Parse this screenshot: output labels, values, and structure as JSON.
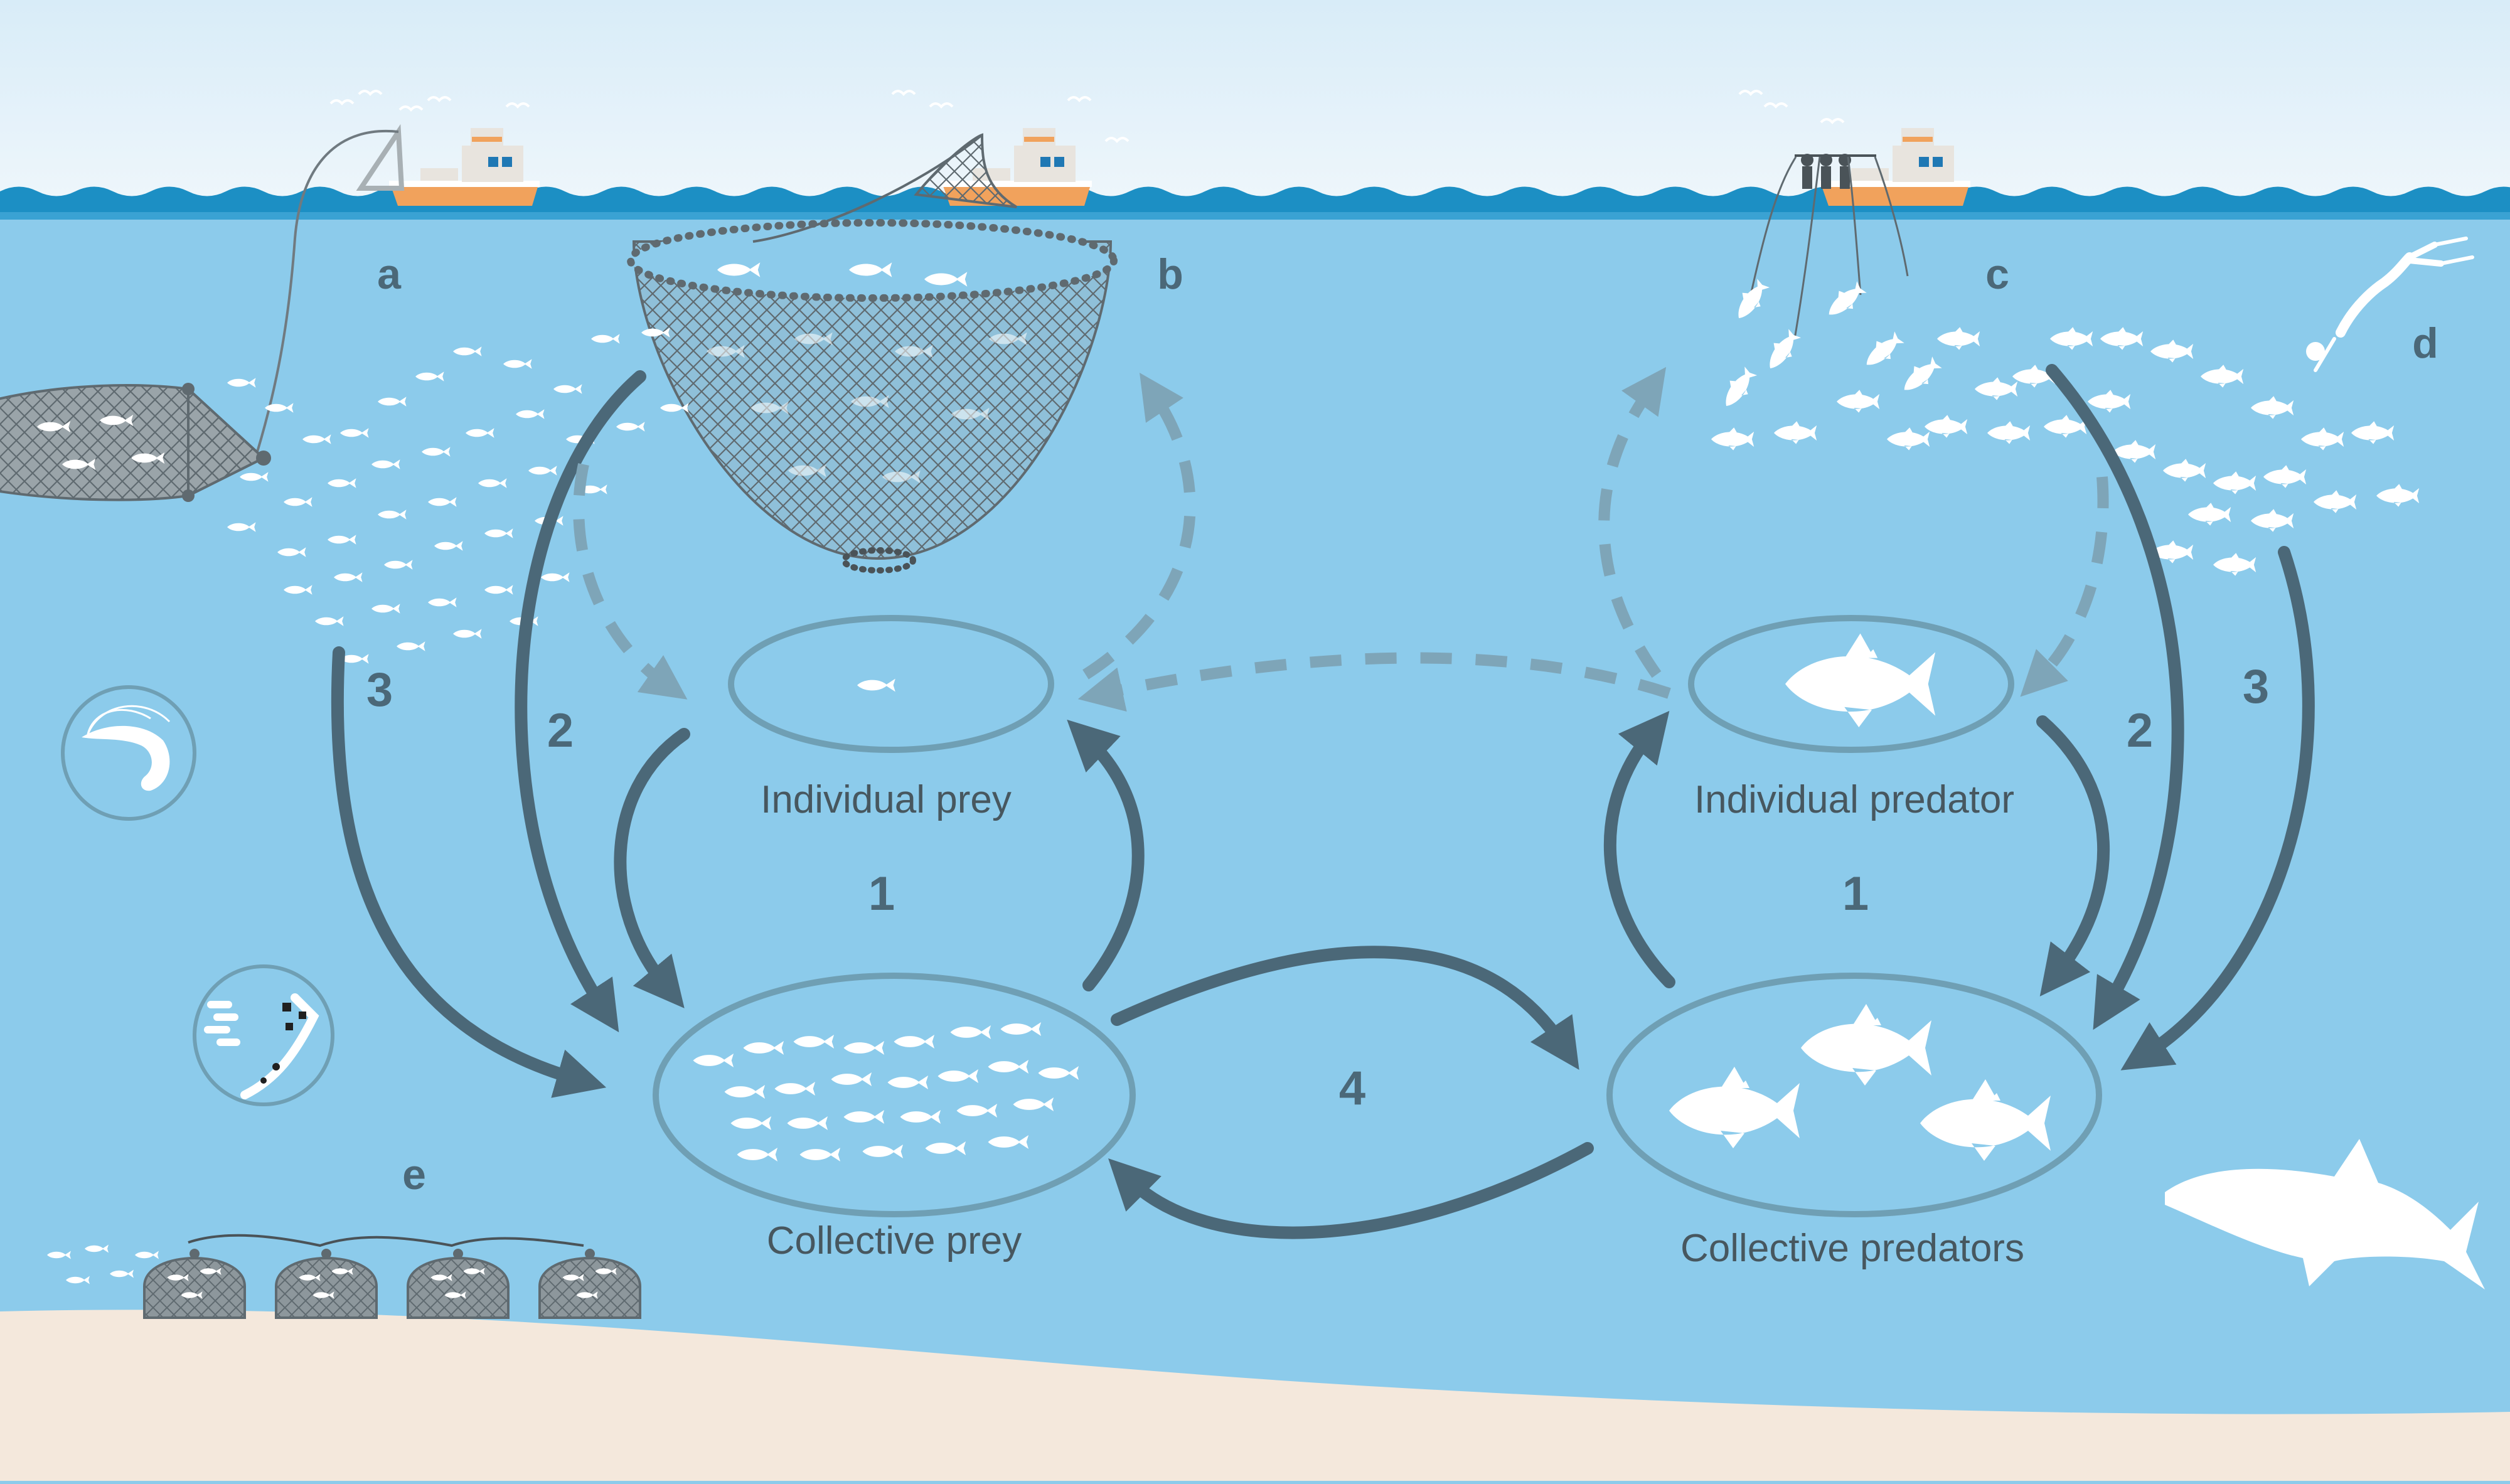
{
  "labels": {
    "individual_prey": "Individual prey",
    "collective_prey": "Collective prey",
    "individual_predator": "Individual predator",
    "collective_predators": "Collective predators"
  },
  "numbers": {
    "one": "1",
    "two": "2",
    "three": "3",
    "four": "4"
  },
  "letters": {
    "a": "a",
    "b": "b",
    "c": "c",
    "d": "d",
    "e": "e"
  },
  "colors": {
    "sky": "#e3f1fa",
    "water": "#8ccbeb",
    "wave": "#1c8fc4",
    "sand": "#f4e8dc",
    "arrow": "#4b6878",
    "arrow_dashed": "#7ea5b8",
    "ellipse": "#6f9fb4",
    "fish": "#ffffff",
    "net": "#5f6a70",
    "boat_hull": "#f1a25c"
  },
  "icons": {
    "shrimp": "shrimp-icon",
    "plankton": "plankton-icon",
    "shark": "shark-icon",
    "diver": "diver-icon",
    "tuna": "tuna-icon",
    "boat": "boat-icon",
    "bird": "bird-icon"
  }
}
